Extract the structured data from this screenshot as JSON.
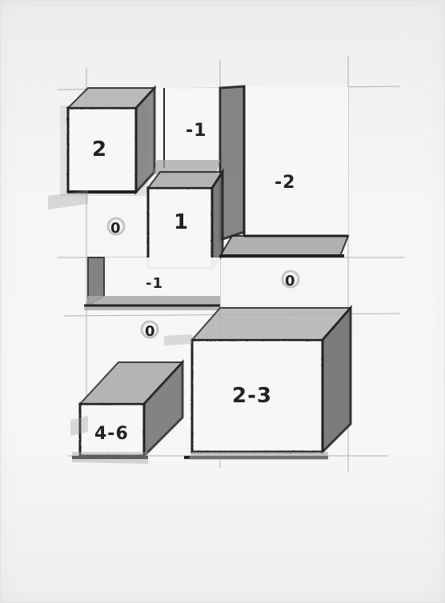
{
  "sketch": {
    "labels": {
      "top_left_cube": "2",
      "top_middle": "-1",
      "top_right": "-2",
      "middle_left": "0",
      "middle_cube": "1",
      "middle_left_lower": "-1",
      "middle_right": "0",
      "center_lower": "0",
      "bottom_left_cube": "4-6",
      "bottom_right_cube": "2-3"
    },
    "colors": {
      "paper": "#f4f4f4",
      "ink": "#222222",
      "marker_gray": "#a9a9a9",
      "marker_dark": "#6f6f6f"
    }
  }
}
